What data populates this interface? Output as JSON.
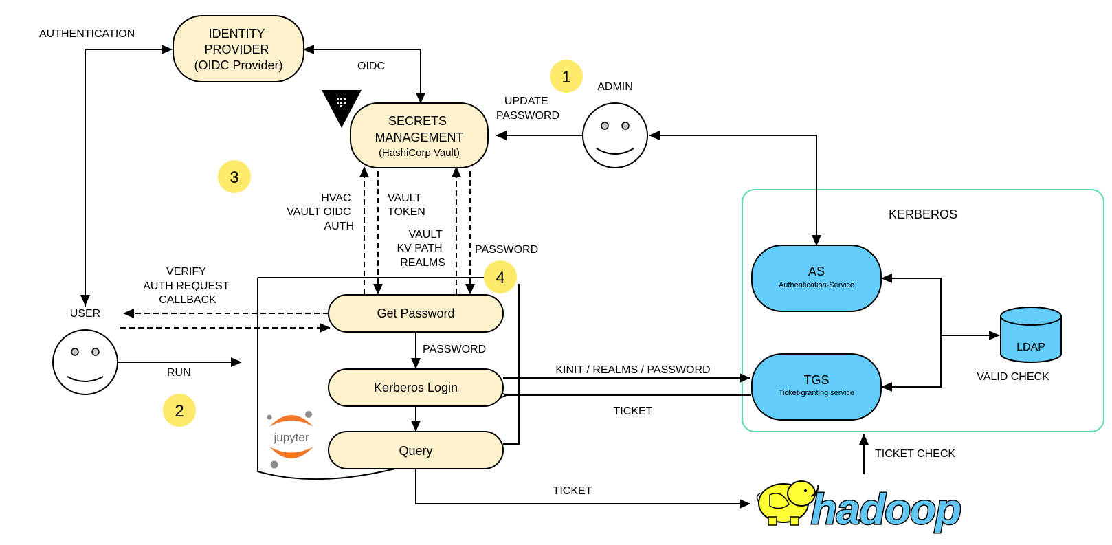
{
  "colors": {
    "node_fill": "#fdf0cc",
    "kerberos_fill": "#62ccfa",
    "badge_fill": "#fde96a",
    "kerberos_border": "#5fd8a8",
    "jupyter_orange": "#f37726",
    "jupyter_gray": "#8a8a8a",
    "hadoop_yellow": "#ffff33",
    "hadoop_blue": "#62c6f3"
  },
  "nodes": {
    "identity_provider": {
      "lines": [
        "IDENTITY",
        "PROVIDER",
        "(OIDC Provider)"
      ]
    },
    "secrets_management": {
      "lines": [
        "SECRETS",
        "MANAGEMENT"
      ],
      "sub": "(HashiCorp Vault)"
    },
    "get_password": {
      "label": "Get Password"
    },
    "kerberos_login": {
      "label": "Kerberos Login"
    },
    "query": {
      "label": "Query"
    },
    "as": {
      "title": "AS",
      "sub": "Authentication-Service"
    },
    "tgs": {
      "title": "TGS",
      "sub": "Ticket-granting service"
    },
    "ldap": {
      "label": "LDAP",
      "caption": "VALID CHECK"
    },
    "kerberos_group": {
      "title": "KERBEROS"
    },
    "user": {
      "label": "USER"
    },
    "admin": {
      "label": "ADMIN"
    },
    "jupyter": {
      "label": "jupyter"
    },
    "hadoop": {
      "label": "hadoop"
    }
  },
  "badges": [
    "1",
    "2",
    "3",
    "4"
  ],
  "edges": {
    "authentication": "AUTHENTICATION",
    "oidc": "OIDC",
    "update_password": [
      "UPDATE",
      "PASSWORD"
    ],
    "hvac_auth": [
      "HVAC",
      "VAULT OIDC",
      "AUTH"
    ],
    "vault_token": [
      "VAULT",
      "TOKEN"
    ],
    "vault_kv": [
      "VAULT",
      "KV PATH",
      "REALMS"
    ],
    "password_return": "PASSWORD",
    "verify_callback": [
      "VERIFY",
      "AUTH REQUEST",
      "CALLBACK"
    ],
    "run": "RUN",
    "password_internal": "PASSWORD",
    "kinit": "KINIT / REALMS / PASSWORD",
    "ticket_back": "TICKET",
    "ticket_hadoop": "TICKET",
    "ticket_check": "TICKET CHECK"
  }
}
